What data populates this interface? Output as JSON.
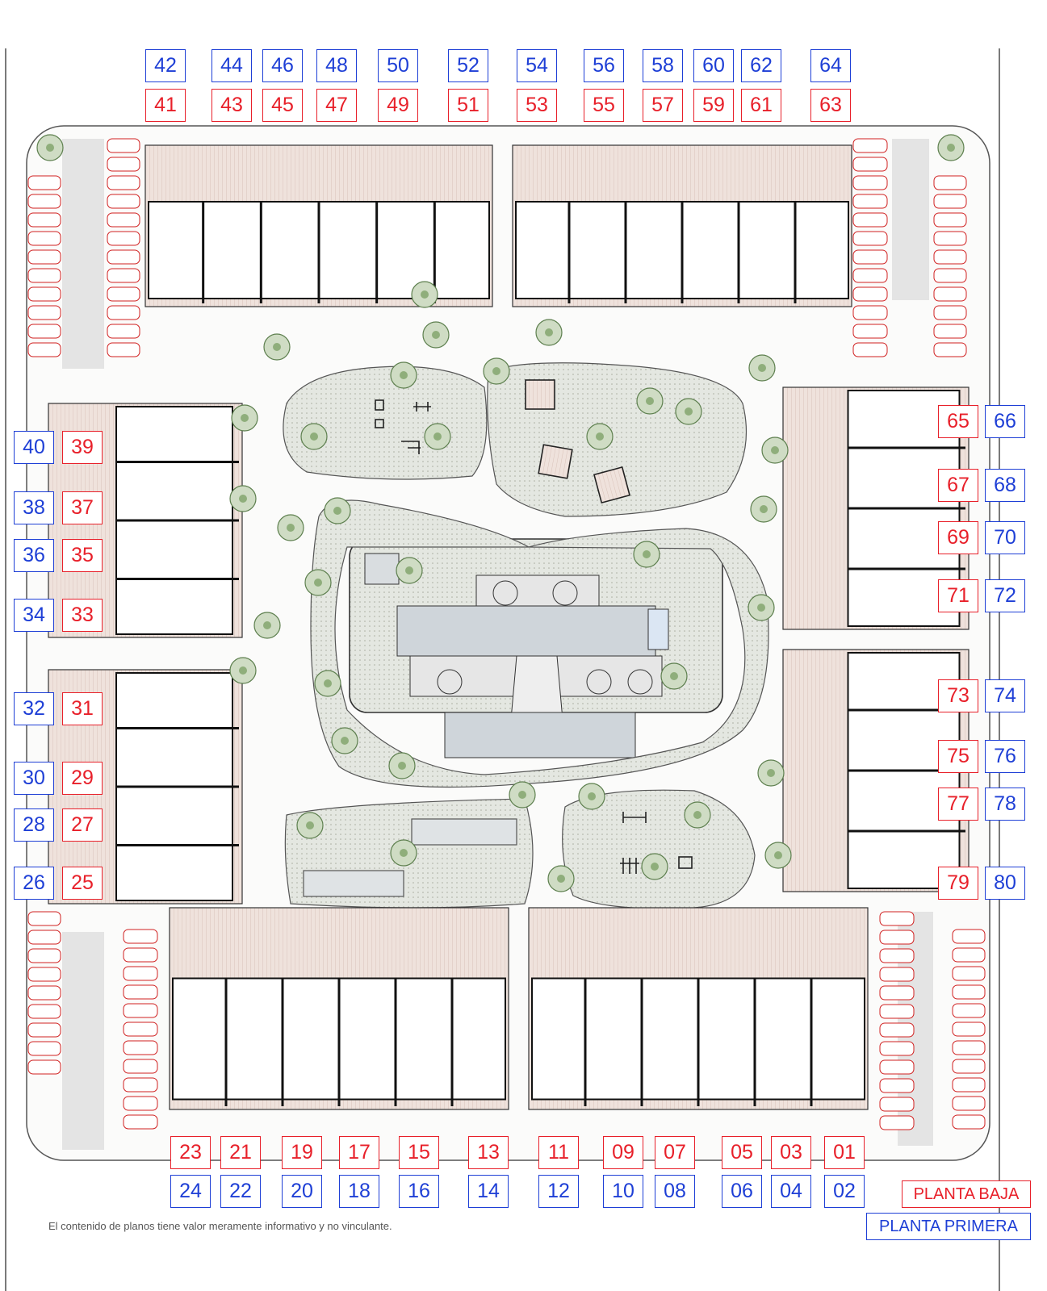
{
  "labels": {
    "top": {
      "first_floor": [
        "42",
        "44",
        "46",
        "48",
        "50",
        "52",
        "54",
        "56",
        "58",
        "60",
        "62",
        "64"
      ],
      "ground_floor": [
        "41",
        "43",
        "45",
        "47",
        "49",
        "51",
        "53",
        "55",
        "57",
        "59",
        "61",
        "63"
      ]
    },
    "left": {
      "first_floor": [
        "40",
        "38",
        "36",
        "34",
        "32",
        "30",
        "28",
        "26"
      ],
      "ground_floor": [
        "39",
        "37",
        "35",
        "33",
        "31",
        "29",
        "27",
        "25"
      ]
    },
    "right": {
      "ground_floor": [
        "65",
        "67",
        "69",
        "71",
        "73",
        "75",
        "77",
        "79"
      ],
      "first_floor": [
        "66",
        "68",
        "70",
        "72",
        "74",
        "76",
        "78",
        "80"
      ]
    },
    "bottom": {
      "ground_floor": [
        "23",
        "21",
        "19",
        "17",
        "15",
        "13",
        "11",
        "09",
        "07",
        "05",
        "03",
        "01"
      ],
      "first_floor": [
        "24",
        "22",
        "20",
        "18",
        "16",
        "14",
        "12",
        "10",
        "08",
        "06",
        "04",
        "02"
      ]
    }
  },
  "legend": {
    "ground_floor": "PLANTA BAJA",
    "first_floor": "PLANTA PRIMERA"
  },
  "disclaimer": "El contenido de planos tiene valor meramente informativo y no vinculante.",
  "colors": {
    "ground_floor_label": "#e8202a",
    "first_floor_label": "#1e3fd6",
    "terrace": "#ead7d0",
    "garden": "#e3e6df",
    "tree": "#7ea36c",
    "wall": "#1a1a1a",
    "pool": "#d9dde0"
  }
}
